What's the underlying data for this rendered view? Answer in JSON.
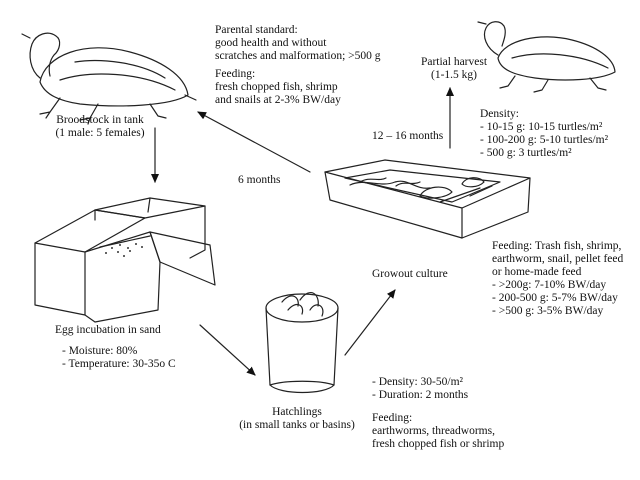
{
  "parental_standard": {
    "lines": [
      "Parental standard:",
      "good health and without",
      "scratches and malformation; >500 g"
    ]
  },
  "broodstock_feeding": {
    "lines": [
      "Feeding:",
      "fresh chopped fish, shrimp",
      "and snails at 2-3% BW/day"
    ]
  },
  "broodstock": {
    "lines": [
      "Broodstock in tank",
      "(1 male: 5 females)"
    ]
  },
  "partial_harvest": {
    "lines": [
      "Partial harvest",
      "(1-1.5 kg)"
    ]
  },
  "density_growout": {
    "lines": [
      "Density:",
      "- 10-15 g: 10-15 turtles/m²",
      "- 100-200 g: 5-10 turtles/m²",
      "- 500 g: 3 turtles/m²"
    ]
  },
  "arrows": {
    "six_months": "6 months",
    "twelve_sixteen_months": "12 – 16 months"
  },
  "growout": {
    "label": "Growout culture"
  },
  "growout_feeding": {
    "lines": [
      "Feeding: Trash fish, shrimp,",
      "earthworm, snail, pellet feed",
      "or home-made feed",
      "- >200g: 7-10% BW/day",
      "- 200-500 g: 5-7% BW/day",
      "- >500 g: 3-5% BW/day"
    ]
  },
  "egg_incubation": {
    "lines": [
      "Egg incubation in sand",
      "- Moisture: 80%",
      "- Temperature: 30-35o C"
    ]
  },
  "hatchlings": {
    "lines": [
      "Hatchlings",
      "(in small tanks or basins)"
    ]
  },
  "hatchling_conditions": {
    "lines": [
      "- Density: 30-50/m²",
      "- Duration: 2 months"
    ]
  },
  "hatchling_feeding": {
    "lines": [
      "Feeding:",
      "earthworms, threadworms,",
      "fresh chopped fish or shrimp"
    ]
  },
  "icons": [
    "turtle-icon",
    "incubation-box-icon",
    "hatchling-basin-icon",
    "growout-pond-icon"
  ]
}
